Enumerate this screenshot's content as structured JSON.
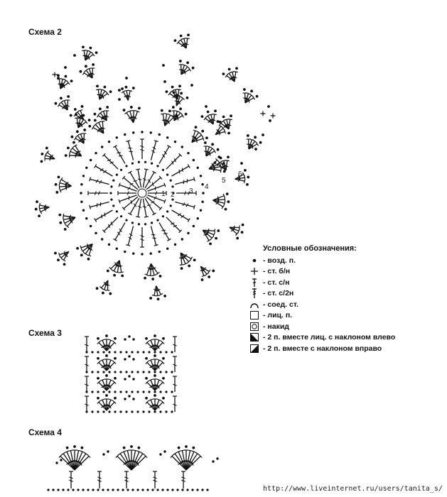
{
  "scheme2": {
    "title": "Схема 2",
    "row_numbers": [
      "1",
      "2",
      "3",
      "4",
      "5",
      "6"
    ]
  },
  "scheme3": {
    "title": "Схема 3"
  },
  "scheme4": {
    "title": "Схема 4"
  },
  "legend": {
    "title": "Условные обозначения:",
    "items": [
      {
        "icon": "chain-stitch-icon",
        "text": "- возд. п."
      },
      {
        "icon": "single-crochet-icon",
        "text": "- ст. б/н"
      },
      {
        "icon": "double-crochet-icon",
        "text": "- ст. с/н"
      },
      {
        "icon": "treble-crochet-icon",
        "text": "- ст. с/2н"
      },
      {
        "icon": "slip-stitch-icon",
        "text": "- соед. ст."
      },
      {
        "icon": "knit-stitch-icon",
        "text": "- лиц. п."
      },
      {
        "icon": "yarn-over-icon",
        "text": "- накид"
      },
      {
        "icon": "k2tog-left-icon",
        "text": "- 2 п. вместе лиц. с наклоном влево"
      },
      {
        "icon": "k2tog-right-icon",
        "text": "- 2 п. вместе с наклоном вправо"
      }
    ]
  },
  "watermark": "http://www.liveinternet.ru/users/tanita_s/"
}
